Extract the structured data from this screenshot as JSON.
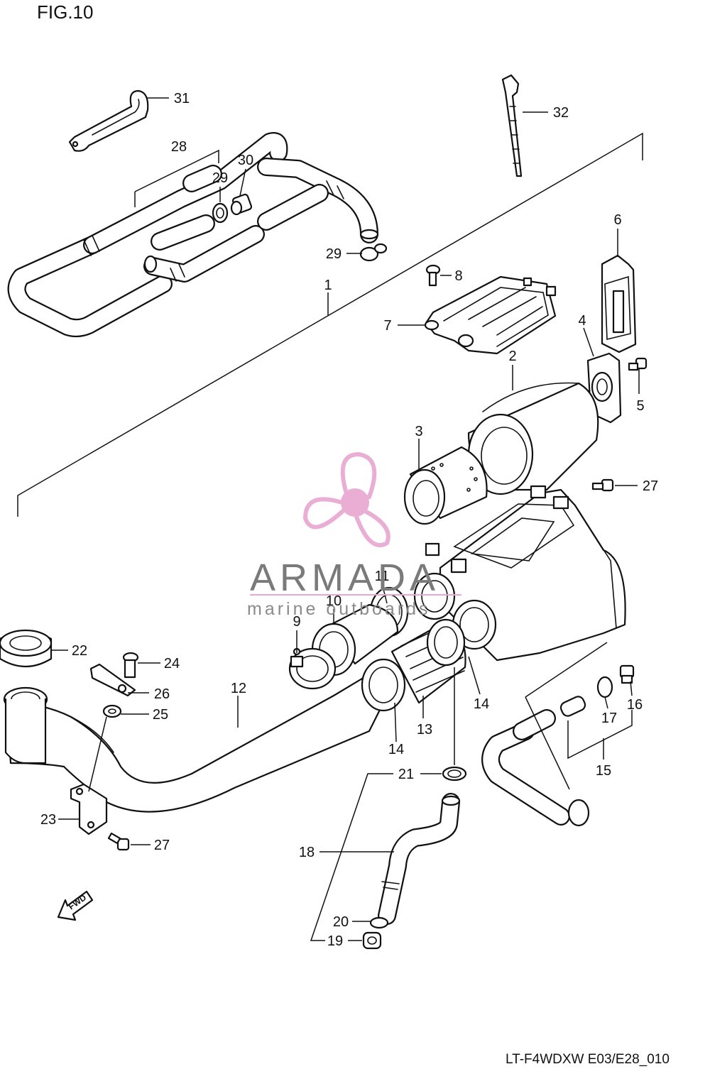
{
  "figure": {
    "title": "FIG.10",
    "code": "LT-F4WDXW E03/E28_010"
  },
  "watermark": {
    "brand": "ARMADA",
    "tagline": "marine outboards",
    "accent_color": "#e8a6d0",
    "icon": "propeller-icon"
  },
  "direction": {
    "label": "FWD",
    "icon": "fwd-arrow-icon"
  },
  "callouts": {
    "c1": "1",
    "c2": "2",
    "c3": "3",
    "c4": "4",
    "c5": "5",
    "c6": "6",
    "c7": "7",
    "c8": "8",
    "c9": "9",
    "c10": "10",
    "c11": "11",
    "c12": "12",
    "c13": "13",
    "c14a": "14",
    "c14b": "14",
    "c15": "15",
    "c16": "16",
    "c17": "17",
    "c18": "18",
    "c19": "19",
    "c20": "20",
    "c21": "21",
    "c22": "22",
    "c23": "23",
    "c24": "24",
    "c25": "25",
    "c26": "26",
    "c27a": "27",
    "c27b": "27",
    "c28": "28",
    "c29a": "29",
    "c29b": "29",
    "c30": "30",
    "c31": "31",
    "c32": "32"
  }
}
